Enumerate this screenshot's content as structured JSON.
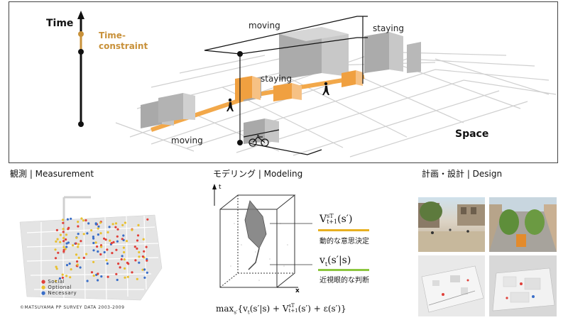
{
  "top": {
    "time_label": "Time",
    "constraint_line1": "Time-",
    "constraint_line2": "constraint",
    "space_label": "Space",
    "moving_top": "moving",
    "moving_bottom": "moving",
    "staying_top": "staying",
    "staying_mid": "staying"
  },
  "sections": {
    "measurement_title": "観測 | Measurement",
    "modeling_title": "モデリング | Modeling",
    "design_title": "計画・設計 | Design"
  },
  "measurement": {
    "legend": [
      "Social",
      "Optional",
      "Necessary"
    ],
    "legend_colors": [
      "#e0403a",
      "#e8c030",
      "#3a6ec8"
    ],
    "credit": "©MATSUYAMA PP SURVEY DATA 2003-2009"
  },
  "modeling": {
    "axis_t": "t",
    "axis_x": "x",
    "v_top_main": "V",
    "v_top_sup": "sT",
    "v_top_sub": "t+1",
    "v_top_arg": "(s′)",
    "note_top": "動的な意思決定",
    "v_bottom_main": "v",
    "v_bottom_sub": "t",
    "v_bottom_arg": "(s′|s)",
    "note_bottom": "近視眼的な判断",
    "formula_prefix": "max",
    "formula_sub": "s′",
    "formula_body_1": "{v",
    "formula_body_1_sub": "t",
    "formula_body_2": "(s′|s) + V",
    "formula_body_2_sup": "sT",
    "formula_body_2_sub": "t+1",
    "formula_body_3": "(s′) + ε(s′)}",
    "accent_top": "#e8b020",
    "accent_bottom": "#8cc63f"
  },
  "colors": {
    "orange": "#f2a84a",
    "gray": "#b0b0b0",
    "constraint": "#c8913a"
  }
}
